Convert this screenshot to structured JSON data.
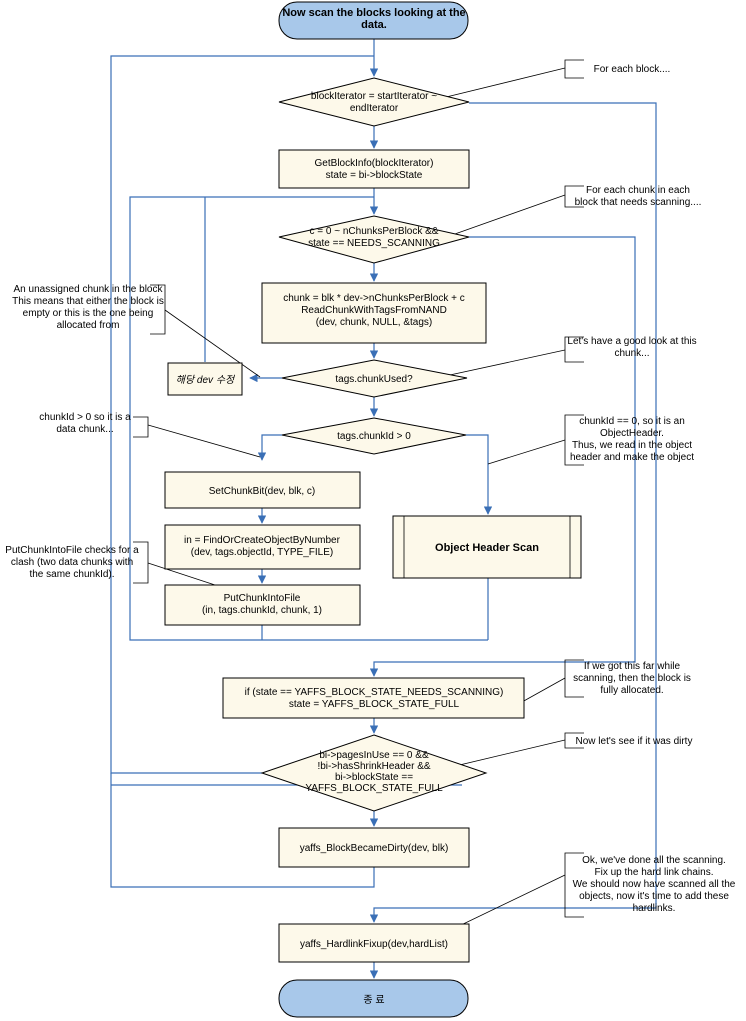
{
  "nodes": {
    "start": [
      "Now scan the blocks looking at the",
      "data."
    ],
    "block_loop": [
      "blockIterator = startIterator ~",
      "endIterator"
    ],
    "get_block_info": [
      "GetBlockInfo(blockIterator)",
      "state = bi->blockState"
    ],
    "chunk_loop": [
      "c = 0 ~ nChunksPerBlock &&",
      "state == NEEDS_SCANNING"
    ],
    "read_chunk": [
      "chunk = blk * dev->nChunksPerBlock + c",
      "ReadChunkWithTagsFromNAND",
      "(dev, chunk, NULL, &tags)"
    ],
    "chunk_used": [
      "tags.chunkUsed?"
    ],
    "fix_dev": [
      "해당 dev 수정"
    ],
    "chunk_id_check": [
      "tags.chunkId > 0"
    ],
    "set_chunk_bit": [
      "SetChunkBit(dev, blk, c)"
    ],
    "find_create": [
      "in = FindOrCreateObjectByNumber",
      "(dev,  tags.objectId, TYPE_FILE)"
    ],
    "put_chunk": [
      "PutChunkIntoFile",
      "(in, tags.chunkId, chunk, 1)"
    ],
    "object_header_scan": [
      "Object Header Scan"
    ],
    "set_state_full": [
      "if (state == YAFFS_BLOCK_STATE_NEEDS_SCANNING)",
      "state = YAFFS_BLOCK_STATE_FULL"
    ],
    "dirty_check": [
      "bi->pagesInUse == 0 &&",
      "!bi->hasShrinkHeader &&",
      "bi->blockState ==",
      "YAFFS_BLOCK_STATE_FULL"
    ],
    "block_became_dirty": [
      "yaffs_BlockBecameDirty(dev, blk)"
    ],
    "hardlink_fixup": [
      "yaffs_HardlinkFixup(dev,hardList)"
    ],
    "end": [
      "종 료"
    ]
  },
  "notes": {
    "for_each_block": [
      "For each block...."
    ],
    "for_each_chunk": [
      "For each chunk in each",
      "block that needs scanning...."
    ],
    "unassigned_chunk": [
      "An unassigned chunk in the block",
      "This means that either the block is",
      "empty or this is the one being",
      "allocated from"
    ],
    "good_look": [
      "Let's have a good look at this",
      "chunk..."
    ],
    "data_chunk": [
      "chunkId > 0 so it is a",
      "data chunk..."
    ],
    "object_header": [
      "chunkId == 0, so it is an",
      "ObjectHeader.",
      "Thus, we read in the object",
      "header and make the object"
    ],
    "put_chunk_clash": [
      "PutChunkIntoFile checks for a",
      "clash (two data chunks with",
      "the same chunkId)."
    ],
    "fully_allocated": [
      "If we got this far while",
      "scanning, then the block is",
      "fully allocated."
    ],
    "dirty": [
      "Now let's see if it was dirty"
    ],
    "hardlinks": [
      "Ok, we've done all the scanning.",
      "Fix up the hard link chains.",
      "We should now have scanned all the",
      "objects, now it's time to add these",
      "hardlinks."
    ]
  },
  "colors": {
    "terminal_fill": "#a8c8ea",
    "process_fill": "#fdf9ea",
    "flow_line": "#3a6fb6"
  }
}
